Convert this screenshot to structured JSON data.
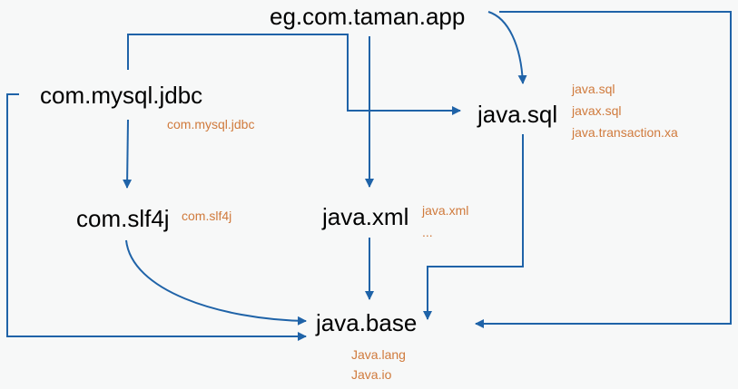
{
  "colors": {
    "arrow": "#1f63a8",
    "package_text": "#d07a3c",
    "module_text": "#000000",
    "background": "#f7f8f8"
  },
  "modules": {
    "app": {
      "name": "eg.com.taman.app"
    },
    "mysql": {
      "name": "com.mysql.jdbc",
      "packages": [
        "com.mysql.jdbc"
      ]
    },
    "sql": {
      "name": "java.sql",
      "packages": [
        "java.sql",
        "javax.sql",
        "java.transaction.xa"
      ]
    },
    "slf4j": {
      "name": "com.slf4j",
      "packages": [
        "com.slf4j"
      ]
    },
    "xml": {
      "name": "java.xml",
      "packages": [
        "java.xml",
        "..."
      ]
    },
    "base": {
      "name": "java.base",
      "packages": [
        "Java.lang",
        "Java.io"
      ]
    }
  },
  "edges": [
    {
      "from": "eg.com.taman.app",
      "to": "java.sql"
    },
    {
      "from": "eg.com.taman.app",
      "to": "java.xml"
    },
    {
      "from": "eg.com.taman.app",
      "to": "java.base"
    },
    {
      "from": "com.mysql.jdbc",
      "to": "java.sql"
    },
    {
      "from": "com.mysql.jdbc",
      "to": "com.slf4j"
    },
    {
      "from": "com.mysql.jdbc",
      "to": "java.base"
    },
    {
      "from": "com.slf4j",
      "to": "java.base"
    },
    {
      "from": "java.xml",
      "to": "java.base"
    },
    {
      "from": "java.sql",
      "to": "java.base"
    }
  ]
}
